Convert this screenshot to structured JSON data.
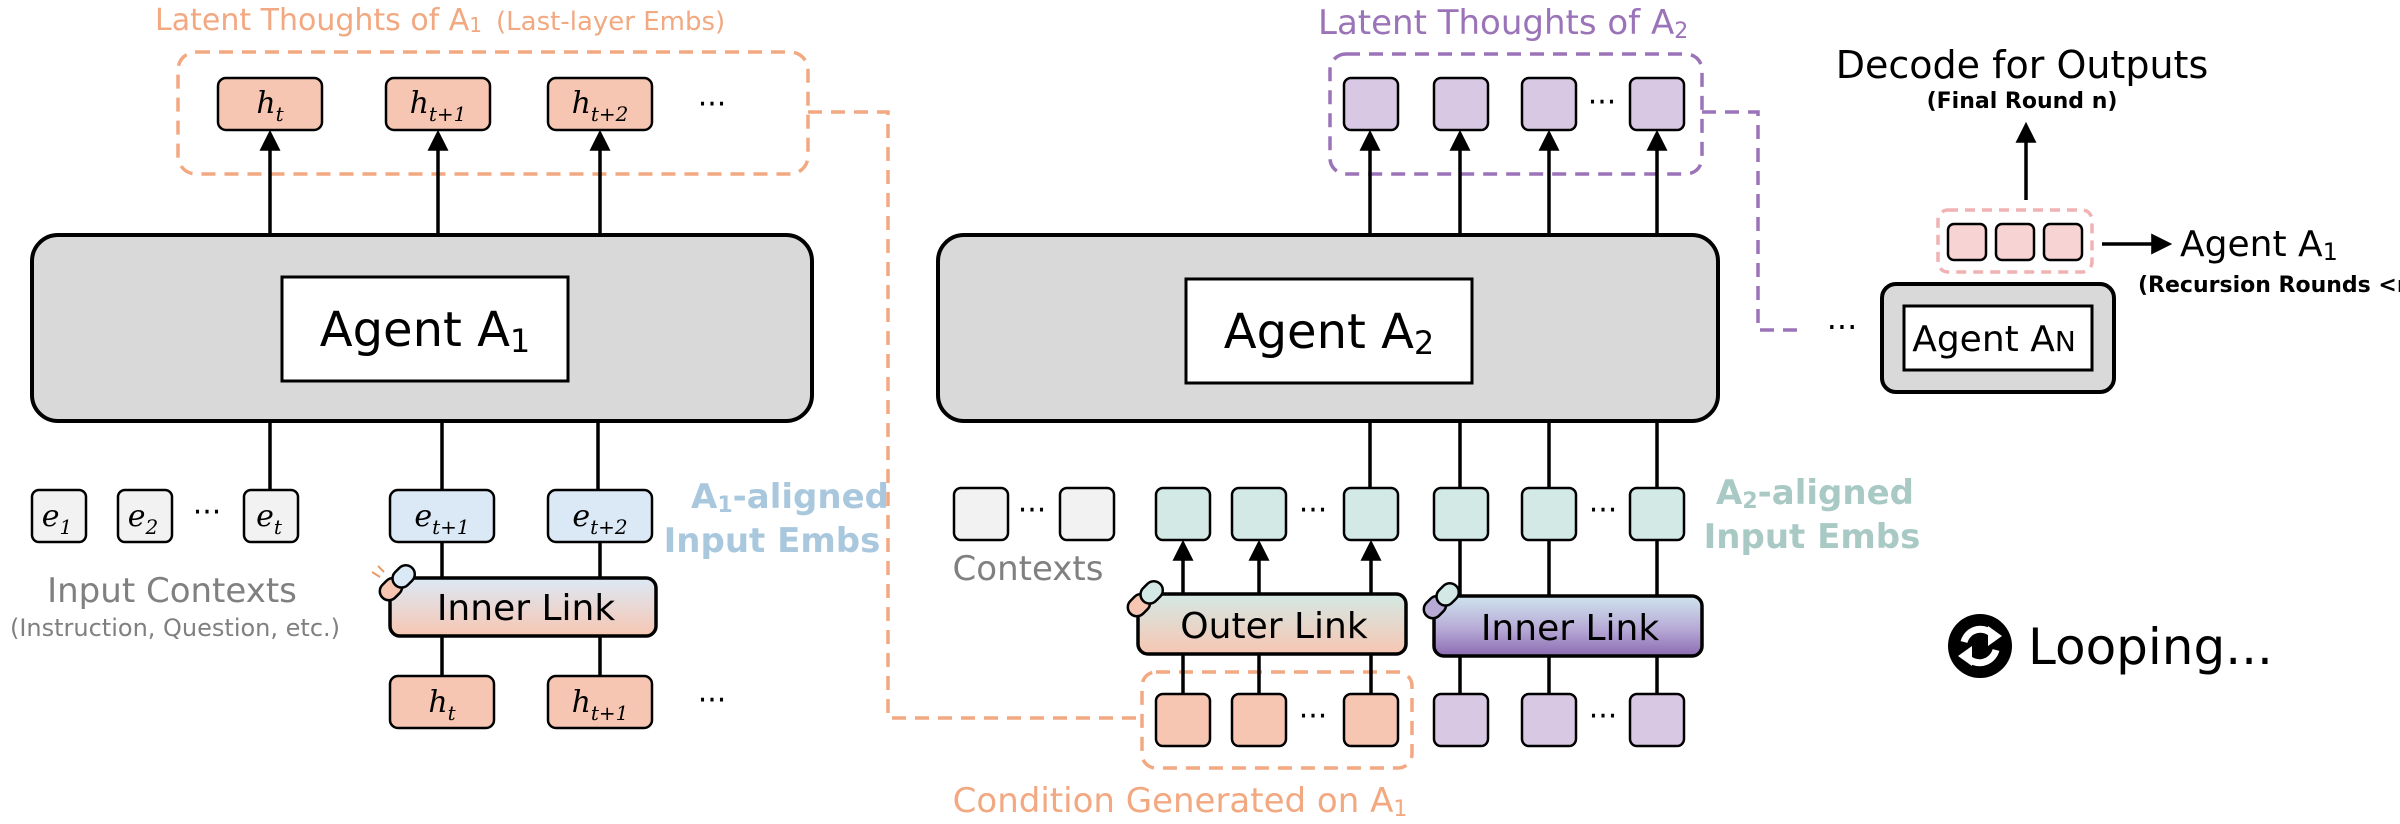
{
  "panel1": {
    "latent_title": "Latent Thoughts of A",
    "latent_title_sub": "1",
    "latent_title_suffix": "(Last-layer Embs)",
    "agent_label": "Agent A",
    "agent_sub": "1",
    "hidden_states": [
      {
        "base": "h",
        "sub": "t"
      },
      {
        "base": "h",
        "sub": "t+1"
      },
      {
        "base": "h",
        "sub": "t+2"
      }
    ],
    "ellipsis": "···",
    "inputs": [
      {
        "base": "e",
        "sub": "1"
      },
      {
        "base": "e",
        "sub": "2"
      },
      {
        "base": "e",
        "sub": "t"
      }
    ],
    "aligned_inputs": [
      {
        "base": "e",
        "sub": "t+1"
      },
      {
        "base": "e",
        "sub": "t+2"
      }
    ],
    "aligned_label_line1_prefix": "A",
    "aligned_label_line1_sub": "1",
    "aligned_label_line1_suffix": "-aligned",
    "aligned_label_line2": "Input Embs",
    "inner_link": "Inner Link",
    "input_contexts": "Input Contexts",
    "input_contexts_note": "(Instruction, Question, etc.)",
    "bottom_hidden": [
      {
        "base": "h",
        "sub": "t"
      },
      {
        "base": "h",
        "sub": "t+1"
      }
    ]
  },
  "panel2": {
    "latent_title": "Latent Thoughts of A",
    "latent_title_sub": "2",
    "agent_label": "Agent A",
    "agent_sub": "2",
    "contexts": "Contexts",
    "aligned_label_line1_prefix": "A",
    "aligned_label_line1_sub": "2",
    "aligned_label_line1_suffix": "-aligned",
    "aligned_label_line2": "Input Embs",
    "outer_link": "Outer Link",
    "inner_link": "Inner Link",
    "condition_prefix": "Condition Generated on A",
    "condition_sub": "1"
  },
  "panel3": {
    "decode_title": "Decode for Outputs",
    "decode_note": "(Final Round n)",
    "agent_label": "Agent A",
    "agent_sub": "N",
    "arrow_label_prefix": "Agent A",
    "arrow_label_sub": "1",
    "recursion_note": "(Recursion Rounds <n",
    "looping": "Looping...",
    "ellipsis": "···"
  },
  "colors": {
    "orange_fill": "#f7c6b2",
    "orange_line": "#f2a880",
    "purple_fill": "#d8c8e4",
    "purple_line": "#9b73b8",
    "blue_fill": "#dbe9f6",
    "blue_text": "#a9c8de",
    "teal_fill": "#d3e9e5",
    "teal_text": "#a9c9c4",
    "gray_fill": "#d9d9d9",
    "pink_fill": "#f8d3d3",
    "pink_line": "#f0b2b2"
  }
}
